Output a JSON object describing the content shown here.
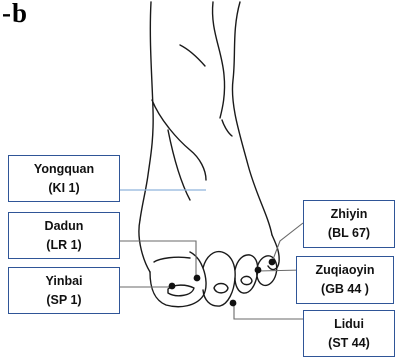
{
  "panel_label": "-b",
  "points": [
    {
      "id": "yongquan",
      "name": "Yongquan",
      "code": "(KI 1)"
    },
    {
      "id": "dadun",
      "name": "Dadun",
      "code": "(LR 1)"
    },
    {
      "id": "yinbai",
      "name": "Yinbai",
      "code": "(SP 1)"
    },
    {
      "id": "zhiyin",
      "name": "Zhiyin",
      "code": "(BL 67)"
    },
    {
      "id": "zuqiaoyin",
      "name": "Zuqiaoyin",
      "code": "(GB  44 )"
    },
    {
      "id": "lidui",
      "name": "Lidui",
      "code": "(ST 44)"
    }
  ],
  "colors": {
    "box_border": "#2f5597",
    "leader_line": "#6a6a6a",
    "yongquan_line": "#8fb4dc",
    "ink": "#1a1a1a"
  }
}
